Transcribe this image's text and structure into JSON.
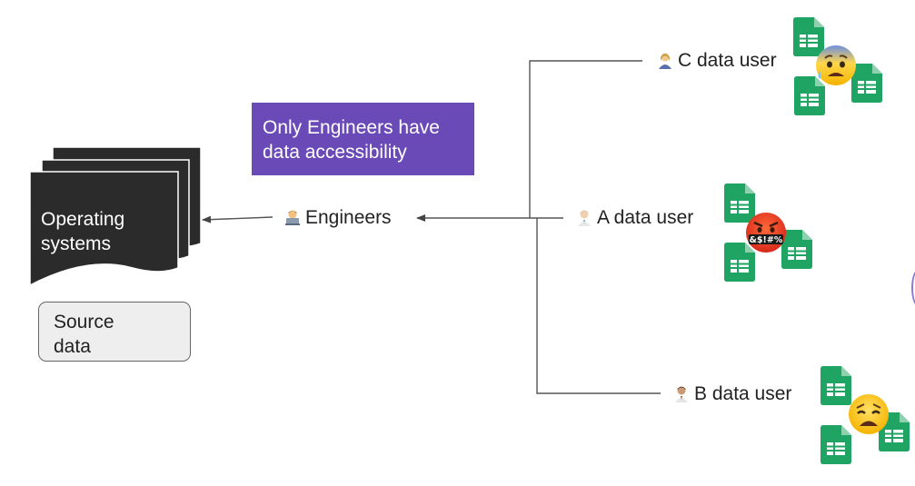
{
  "source": {
    "doc_label": "Operating\nsystems",
    "box_label": "Source\ndata"
  },
  "callout": {
    "text": "Only Engineers have data accessibility",
    "color": "#6a4ab7"
  },
  "engineers": {
    "label": "Engineers",
    "icon": "technologist-emoji"
  },
  "users": [
    {
      "label": "C data user",
      "icon": "person-emoji",
      "reaction": "anxious-sweat-face"
    },
    {
      "label": "A data user",
      "icon": "person-emoji",
      "reaction": "cursing-face"
    },
    {
      "label": "B data user",
      "icon": "person-emoji",
      "reaction": "weary-face"
    }
  ],
  "cursing_text": "&$!#%",
  "sheet_icon": "spreadsheet-icon",
  "colors": {
    "sheet": "#1fa463",
    "doc": "#2b2b2b",
    "wire": "#555555"
  }
}
